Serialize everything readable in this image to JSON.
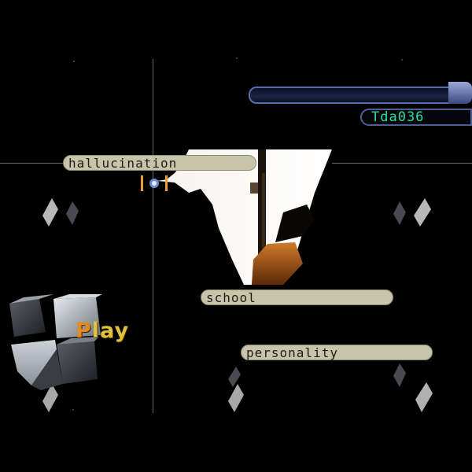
{
  "player_id": "Tda036",
  "words": {
    "hallucination": "hallucination",
    "school": "school",
    "personality": "personality"
  },
  "play": {
    "first_letter": "P",
    "rest": "lay"
  },
  "colors": {
    "background": "#000000",
    "id_text": "#24e0a0",
    "pill_fill": "#c8c4aa",
    "play_text": "#e0c23a",
    "play_first_letter": "#e48a20",
    "frame_blue": "#5a6ca8"
  }
}
